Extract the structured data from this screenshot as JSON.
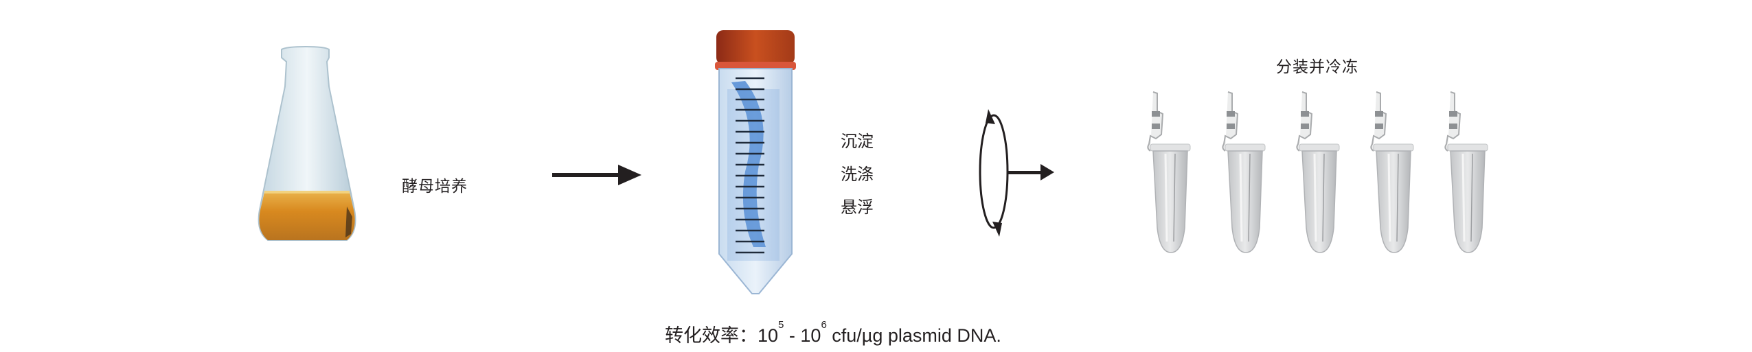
{
  "steps": {
    "culture": {
      "label": "酵母培养",
      "liquid_color": "#d48a22"
    },
    "process": {
      "lines": [
        "沉淀",
        "洗涤",
        "悬浮"
      ],
      "cap_color": "#b8401e",
      "tube_color": "#3f7fd0"
    },
    "aliquot": {
      "label": "分装并冷冻",
      "tube_count": 5
    }
  },
  "efficiency": {
    "prefix": "转化效率：",
    "base1": "10",
    "exp1": "5",
    "sep": " - ",
    "base2": "10",
    "exp2": "6",
    "suffix": " cfu/µg plasmid DNA."
  },
  "icons": [
    "flask-icon",
    "arrow-right-icon",
    "centrifuge-tube-icon",
    "rotation-arrow-icon",
    "microcentrifuge-tube-icon"
  ]
}
